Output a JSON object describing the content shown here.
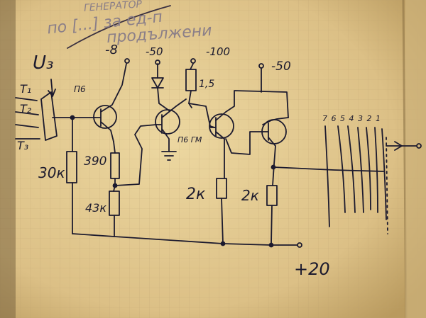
{
  "photo": {
    "subject": "handwritten transistor circuit sketch on squared notebook paper",
    "colors": {
      "paper": "#e2c98f",
      "paper_dark": "#a88a52",
      "grid": "#b89e6e",
      "ink": "#1c1a2e",
      "faded_ink": "#8b7f88"
    }
  },
  "heading": {
    "line1": "ГЕНЕРАТОР",
    "line2": "по [...] за ед-п",
    "line3": "продължени"
  },
  "supply": {
    "u3": "U₃",
    "minus8": "-8",
    "minus50a": "-50",
    "minus100": "-100",
    "minus50b": "-50",
    "plus20": "+20"
  },
  "inputs": [
    "T₁",
    "T₂",
    "T₃"
  ],
  "components": {
    "q1_label": "П6",
    "q2_label": "П6 ГМ",
    "r_base": "30к",
    "r_390": "390",
    "r_43": "43к",
    "r_15": "1,5",
    "r_2k_a": "2к",
    "r_2k_b": "2к"
  },
  "output": {
    "lines_label": "7 6 5 4 3 2 1"
  }
}
